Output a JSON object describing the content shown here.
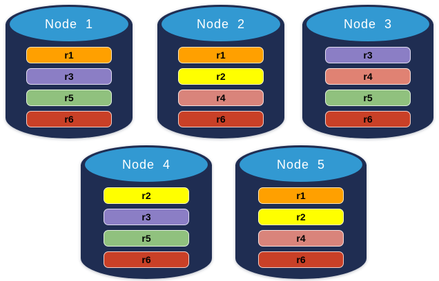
{
  "diagram": {
    "description": "Replica distribution across five database nodes",
    "colors": {
      "cylinder_body": "#1F2D52",
      "cylinder_top": "#3299D2",
      "label_text": "#FFFFFF",
      "bar_text": "#000000"
    },
    "nodes": [
      {
        "label": "Node  1",
        "replicas": [
          {
            "id": "r1",
            "color": "#FFA000"
          },
          {
            "id": "r3",
            "color": "#8B7EC5"
          },
          {
            "id": "r5",
            "color": "#90C17E"
          },
          {
            "id": "r6",
            "color": "#C94027"
          }
        ]
      },
      {
        "label": "Node  2",
        "replicas": [
          {
            "id": "r1",
            "color": "#FFA000"
          },
          {
            "id": "r2",
            "color": "#FFFF00"
          },
          {
            "id": "r4",
            "color": "#D9847B"
          },
          {
            "id": "r6",
            "color": "#C94027"
          }
        ]
      },
      {
        "label": "Node  3",
        "replicas": [
          {
            "id": "r3",
            "color": "#8B7EC5"
          },
          {
            "id": "r4",
            "color": "#E08273"
          },
          {
            "id": "r5",
            "color": "#90C17E"
          },
          {
            "id": "r6",
            "color": "#C94027"
          }
        ]
      },
      {
        "label": "Node  4",
        "replicas": [
          {
            "id": "r2",
            "color": "#FFFF00"
          },
          {
            "id": "r3",
            "color": "#8B7EC5"
          },
          {
            "id": "r5",
            "color": "#90C17E"
          },
          {
            "id": "r6",
            "color": "#C94027"
          }
        ]
      },
      {
        "label": "Node  5",
        "replicas": [
          {
            "id": "r1",
            "color": "#FFA000"
          },
          {
            "id": "r2",
            "color": "#FFFF00"
          },
          {
            "id": "r4",
            "color": "#D9847B"
          },
          {
            "id": "r6",
            "color": "#C94027"
          }
        ]
      }
    ]
  }
}
